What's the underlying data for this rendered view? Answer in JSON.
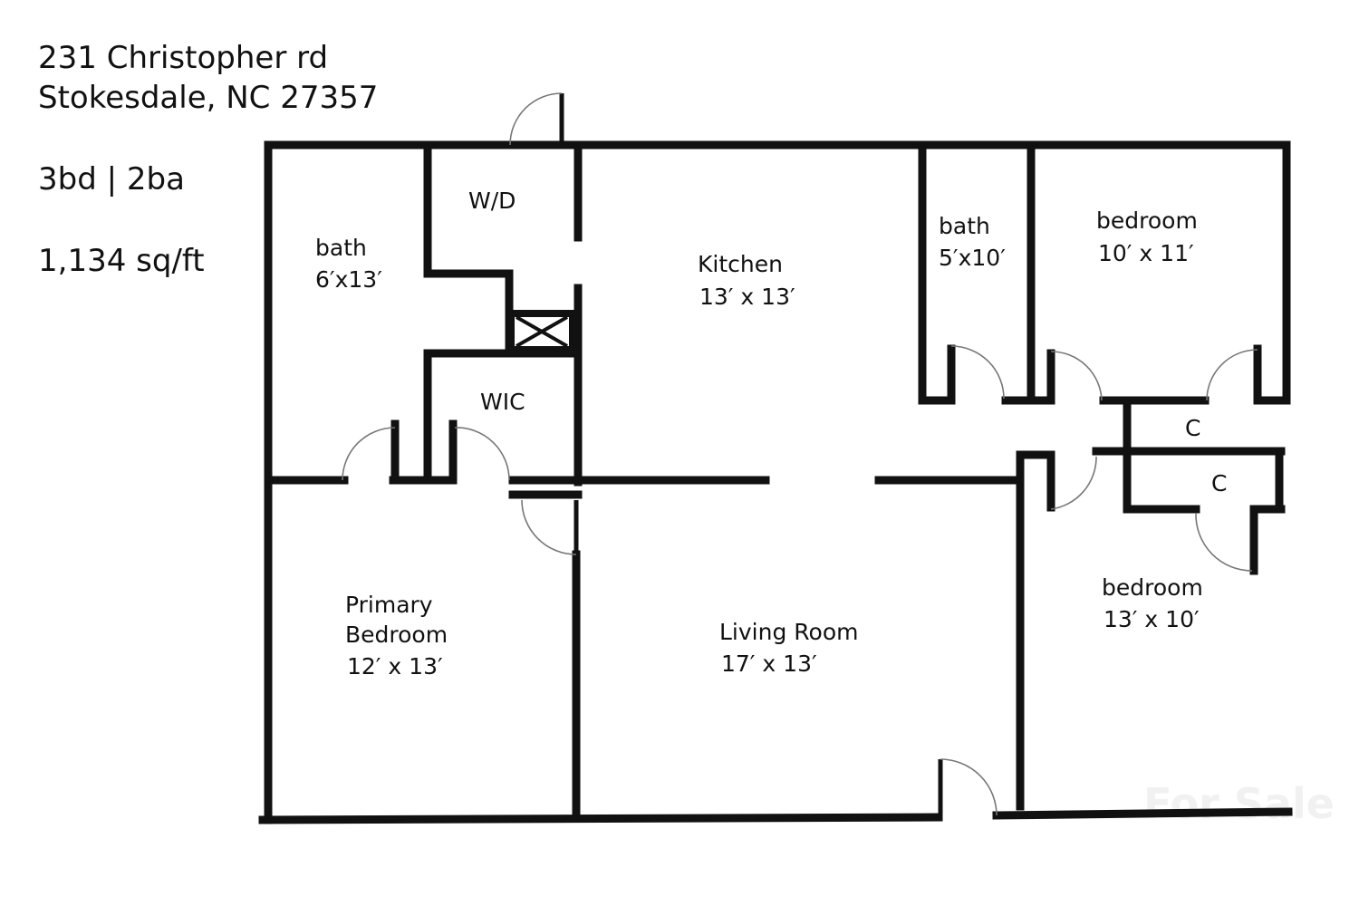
{
  "listing": {
    "address_line1": "231 Christopher rd",
    "address_line2": "Stokesdale, NC 27357",
    "beds_baths": "3bd | 2ba",
    "area": "1,134 sq/ft"
  },
  "rooms": {
    "bath_primary": {
      "name": "bath",
      "size": "6′x13′"
    },
    "laundry": {
      "name": "W/D"
    },
    "wic": {
      "name": "WIC"
    },
    "kitchen": {
      "name": "Kitchen",
      "size": "13′ x 13′"
    },
    "bath_hall": {
      "name": "bath",
      "size": "5′x10′"
    },
    "bedroom_ne": {
      "name": "bedroom",
      "size": "10′ x 11′"
    },
    "closet_1": {
      "name": "C"
    },
    "closet_2": {
      "name": "C"
    },
    "bedroom_se": {
      "name": "bedroom",
      "size": "13′ x 10′"
    },
    "primary_bedroom": {
      "name_line1": "Primary",
      "name_line2": "Bedroom",
      "size": "12′ x 13′"
    },
    "living_room": {
      "name": "Living Room",
      "size": "17′ x 13′"
    }
  },
  "watermark": "For Sale",
  "colors": {
    "walls": "#111111",
    "door_swing": "#777777",
    "background": "#ffffff"
  },
  "icons": {
    "chase": "x-box-icon"
  }
}
